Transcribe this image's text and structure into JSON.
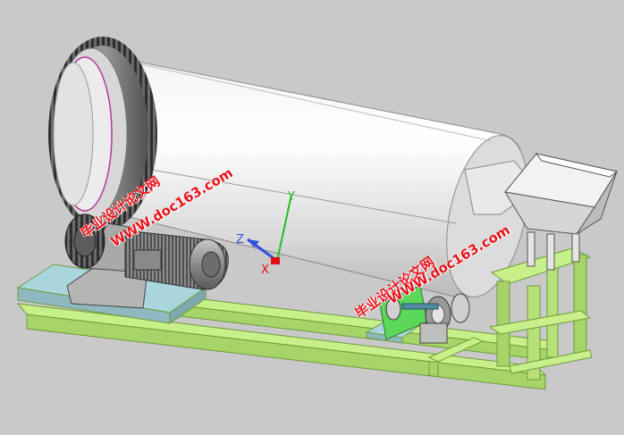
{
  "watermark": {
    "cn": "毕业设计论文网",
    "url": "WWW.doc163.com"
  },
  "axis": {
    "x_label": "X",
    "y_label": "Y",
    "z_label": "Z"
  },
  "colors": {
    "background": "#c9c9c9",
    "drum": "#e6e6e6",
    "frame": "#c8f08a",
    "frame_edge": "#7ea24a",
    "base_plate": "#a9d6dd",
    "motor": "#9a9a9a",
    "watermark": "#e8121a",
    "axis_x": "#e01010",
    "axis_y": "#10c010",
    "axis_z": "#3050e0"
  }
}
